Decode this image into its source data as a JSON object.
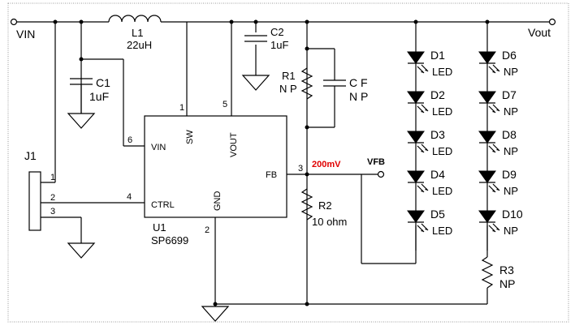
{
  "nets": {
    "vin": "VIN",
    "vout": "Vout",
    "vfb": "VFB",
    "fb_voltage": "200mV"
  },
  "components": {
    "l1": {
      "ref": "L1",
      "value": "22uH"
    },
    "c1": {
      "ref": "C1",
      "value": "1uF"
    },
    "c2": {
      "ref": "C2",
      "value": "1uF"
    },
    "cf": {
      "ref": "C F",
      "value": "N P"
    },
    "r1": {
      "ref": "R1",
      "value": "N P"
    },
    "r2": {
      "ref": "R2",
      "value": "10 ohm"
    },
    "r3": {
      "ref": "R3",
      "value": "NP"
    },
    "j1": {
      "ref": "J1",
      "pins": [
        "1",
        "2",
        "3"
      ]
    },
    "u1": {
      "ref": "U1",
      "part": "SP6699",
      "pins": {
        "vin": {
          "name": "VIN",
          "num": "6"
        },
        "sw": {
          "name": "SW",
          "num": "1"
        },
        "vout": {
          "name": "VOUT",
          "num": "5"
        },
        "fb": {
          "name": "FB",
          "num": "3"
        },
        "ctrl": {
          "name": "CTRL",
          "num": "4"
        },
        "gnd": {
          "name": "GND",
          "num": "2"
        }
      }
    },
    "leds_left": [
      {
        "ref": "D1",
        "value": "LED"
      },
      {
        "ref": "D2",
        "value": "LED"
      },
      {
        "ref": "D3",
        "value": "LED"
      },
      {
        "ref": "D4",
        "value": "LED"
      },
      {
        "ref": "D5",
        "value": "LED"
      }
    ],
    "leds_right": [
      {
        "ref": "D6",
        "value": "NP"
      },
      {
        "ref": "D7",
        "value": "NP"
      },
      {
        "ref": "D8",
        "value": "NP"
      },
      {
        "ref": "D9",
        "value": "NP"
      },
      {
        "ref": "D10",
        "value": "NP"
      }
    ]
  },
  "colors": {
    "wire": "#000000",
    "fb_label": "#e00000",
    "frame": "#999999"
  }
}
